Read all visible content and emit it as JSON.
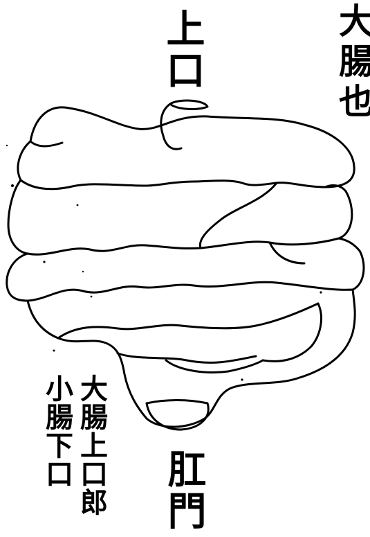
{
  "labels": {
    "upper_opening": "上口",
    "edge_text": "大腸也",
    "side_note_col1": "大腸上口郎",
    "side_note_col2": "小腸下口",
    "anus": "肛門"
  },
  "colors": {
    "ink": "#000000",
    "paper": "#ffffff"
  }
}
